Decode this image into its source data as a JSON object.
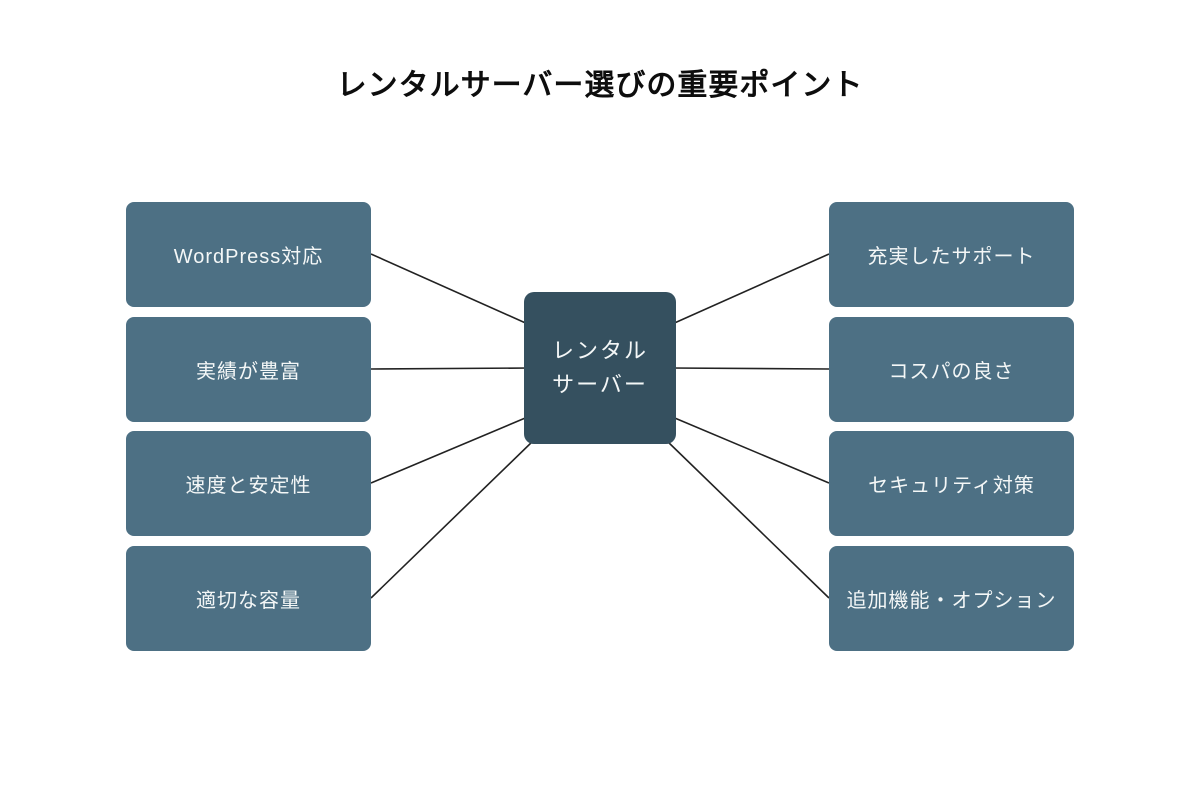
{
  "title": "レンタルサーバー選びの重要ポイント",
  "center_node": {
    "name": "レンタルサーバー",
    "lines": [
      "レンタル",
      "サーバー"
    ]
  },
  "nodes": {
    "left": [
      {
        "label": "WordPress対応"
      },
      {
        "label": "実績が豊富"
      },
      {
        "label": "速度と安定性"
      },
      {
        "label": "適切な容量"
      }
    ],
    "right": [
      {
        "label": "充実したサポート"
      },
      {
        "label": "コスパの良さ"
      },
      {
        "label": "セキュリティ対策"
      },
      {
        "label": "追加機能・オプション"
      }
    ]
  },
  "colors": {
    "background": "#ffffff",
    "title_text": "#0d0d0d",
    "side_node_bg": "#4d7084",
    "center_node_bg": "#35505f",
    "node_text": "#f4f7f7",
    "connector_line": "#222222"
  }
}
